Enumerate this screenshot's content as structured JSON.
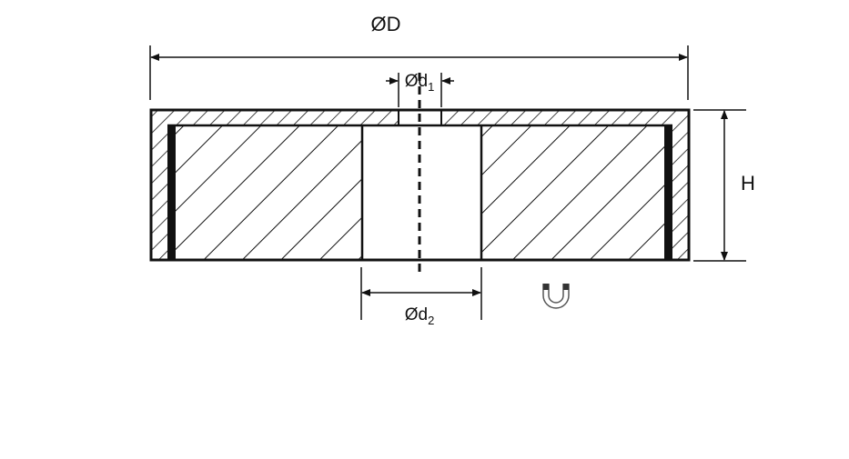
{
  "diagram": {
    "labels": {
      "outer_diameter": "ØD",
      "hole_top": {
        "base": "Ød",
        "sub": "1"
      },
      "hole_bottom": {
        "base": "Ød",
        "sub": "2"
      },
      "height": "H"
    },
    "magnet_symbol_icon": "horseshoe-magnet-icon",
    "colors": {
      "line": "#111111",
      "background": "#ffffff",
      "magnet_symbol": "#555555"
    }
  }
}
